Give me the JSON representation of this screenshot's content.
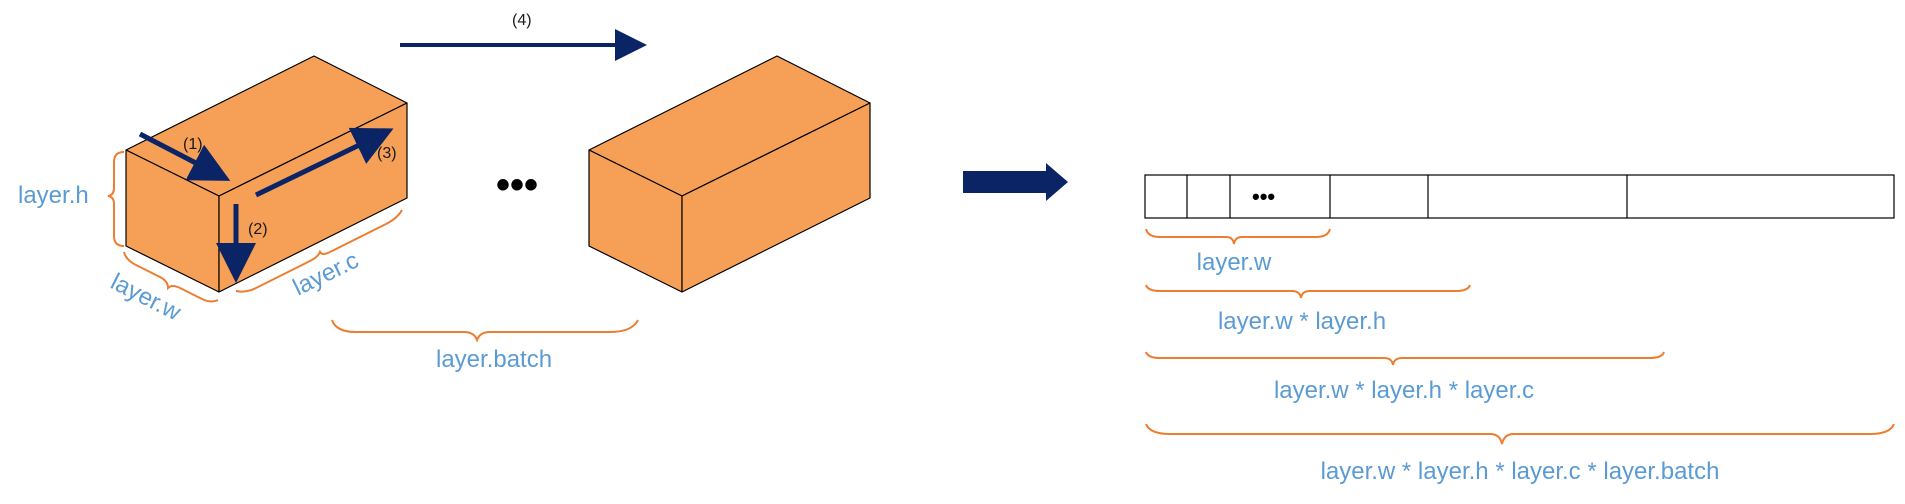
{
  "colors": {
    "box_fill": "#f59f57",
    "box_stroke": "#000000",
    "arrow": "#0b2466",
    "brace": "#ed7d31",
    "label": "#5b9bd5"
  },
  "left": {
    "step_labels": {
      "s1": "(1)",
      "s2": "(2)",
      "s3": "(3)",
      "s4": "(4)"
    },
    "dims": {
      "h": "layer.h",
      "w": "layer.w",
      "c": "layer.c",
      "batch": "layer.batch"
    },
    "ellipsis": "•••"
  },
  "right": {
    "cell_ellipsis": "•••",
    "braces": [
      "layer.w",
      "layer.w * layer.h",
      "layer.w * layer.h * layer.c",
      "layer.w * layer.h * layer.c * layer.batch"
    ]
  }
}
